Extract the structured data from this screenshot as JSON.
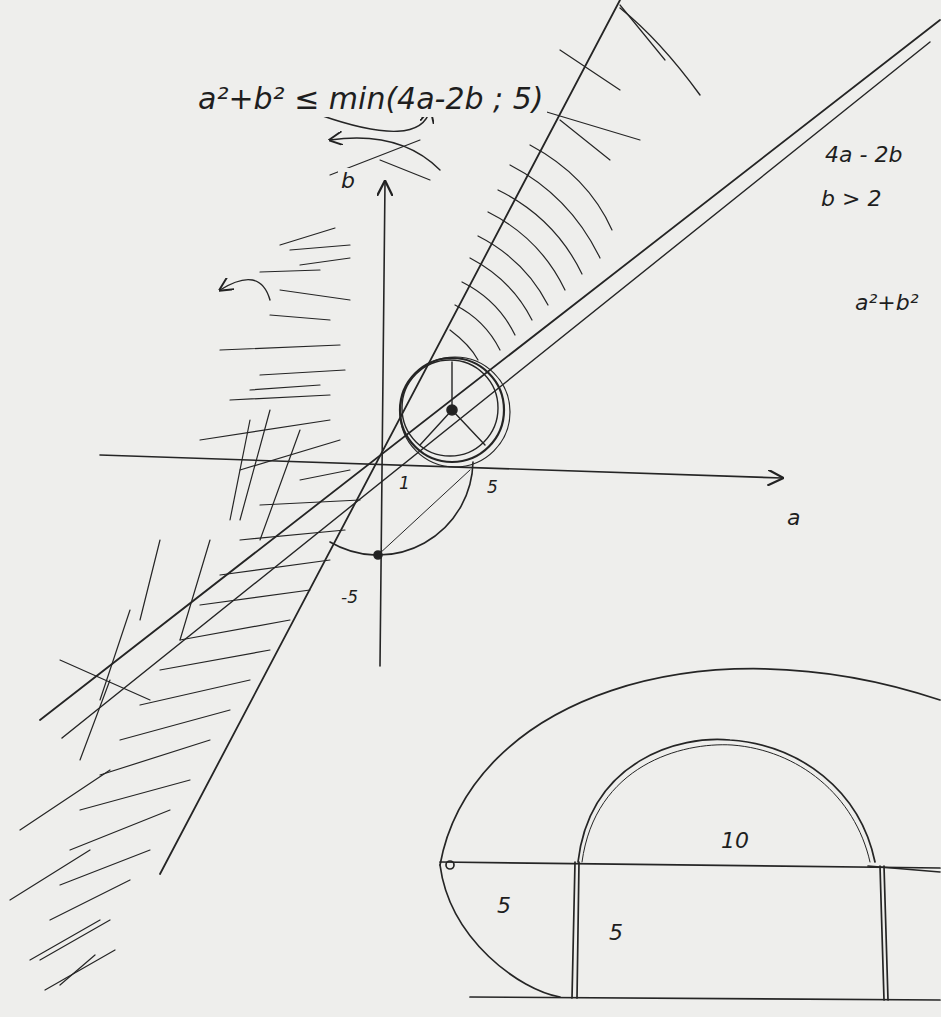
{
  "diagram": {
    "labels": [
      "a²+b² ≤ min(4a-2b ; 5)",
      "4a - 2b",
      "b > 2",
      "a²+b²",
      "b",
      "a",
      "1",
      "5",
      "-5",
      "10",
      "5",
      "5"
    ]
  }
}
